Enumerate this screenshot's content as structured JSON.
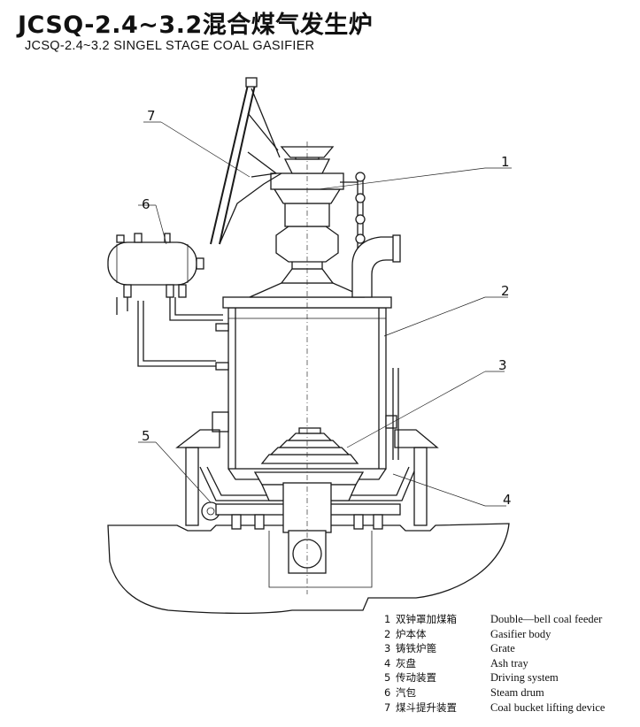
{
  "title": {
    "cn": "JCSQ-2.4~3.2混合煤气发生炉",
    "en": "JCSQ-2.4~3.2 SINGEL STAGE COAL GASIFIER"
  },
  "callouts": [
    "1",
    "2",
    "3",
    "4",
    "5",
    "6",
    "7"
  ],
  "legend": [
    {
      "num": "1",
      "cn": "双钟罩加煤箱",
      "en": "Double—bell  coal feeder"
    },
    {
      "num": "2",
      "cn": "炉本体",
      "en": "Gasifier body"
    },
    {
      "num": "3",
      "cn": "铸铁炉篦",
      "en": "Grate"
    },
    {
      "num": "4",
      "cn": "灰盘",
      "en": "Ash tray"
    },
    {
      "num": "5",
      "cn": "传动装置",
      "en": "Driving system"
    },
    {
      "num": "6",
      "cn": "汽包",
      "en": "Steam  drum"
    },
    {
      "num": "7",
      "cn": "煤斗提升装置",
      "en": "Coal bucket lifting device"
    }
  ]
}
